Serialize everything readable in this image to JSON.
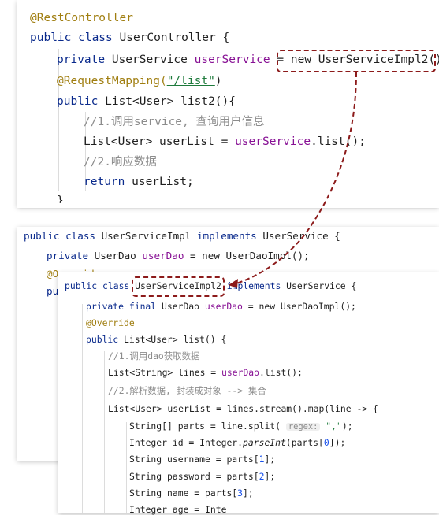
{
  "panel1": {
    "line1": "@RestController",
    "line2": {
      "kw": "public class",
      "name": " UserController {"
    },
    "line3": {
      "kw": "private",
      "type": " UserService ",
      "field": "userService",
      "eq": " = ",
      "highlight": "new UserServiceImpl2();"
    },
    "line4": {
      "ann": "@RequestMapping(",
      "path": "\"/list\"",
      "close": ")"
    },
    "line5": {
      "kw": "public",
      "rest": " List<User> list2(){"
    },
    "line6": "//1.调用service, 查询用户信息",
    "line7": {
      "pre": "List<User> userList = ",
      "field": "userService",
      "rest": ".list();"
    },
    "line8": "//2.响应数据",
    "line9": {
      "kw": "return",
      "rest": " userList;"
    },
    "line10": "}"
  },
  "panel2": {
    "line1": {
      "kw1": "public class",
      "name": " UserServiceImpl ",
      "kw2": "implements",
      "rest": " UserService {"
    },
    "line2": {
      "kw": "private",
      "type": " UserDao ",
      "field": "userDao",
      "rest": " = new UserDaoImpl();"
    },
    "line3": "@Override",
    "line4": "pu"
  },
  "panel3": {
    "line1": {
      "kw1": "public class ",
      "highlight": "UserServiceImpl2",
      "kw2": " implements",
      "rest": " UserService {"
    },
    "line2": {
      "kw": "private final",
      "type": " UserDao ",
      "field": "userDao",
      "rest": " = new UserDaoImpl();"
    },
    "line3": "@Override",
    "line4": {
      "kw": "public",
      "rest": " List<User> list() {"
    },
    "line5": "//1.调用dao获取数据",
    "line6": {
      "pre": "List<String> lines = ",
      "field": "userDao",
      "rest": ".list();"
    },
    "line7": "//2.解析数据, 封装成对象 --> 集合",
    "line8": "List<User> userList = lines.stream().map(line -> {",
    "line9": {
      "pre": "String[] parts = line.split( ",
      "hint": "regex:",
      "str": " \",\"",
      "rest": ");"
    },
    "line10": {
      "pre": "Integer id = Integer.",
      "method": "parseInt",
      "mid": "(parts[",
      "num": "0",
      "rest": "]);"
    },
    "line11": {
      "pre": "String username = parts[",
      "num": "1",
      "rest": "];"
    },
    "line12": {
      "pre": "String password = parts[",
      "num": "2",
      "rest": "];"
    },
    "line13": {
      "pre": "String name = parts[",
      "num": "3",
      "rest": "];"
    },
    "line14": "Integer age = Inte"
  },
  "colors": {
    "keyword": "#0a2a8c",
    "annotation": "#a07e10",
    "field": "#871094",
    "string": "#1d7a3b",
    "comment": "#8c8c8c",
    "highlight_border": "#8c1a1a"
  }
}
